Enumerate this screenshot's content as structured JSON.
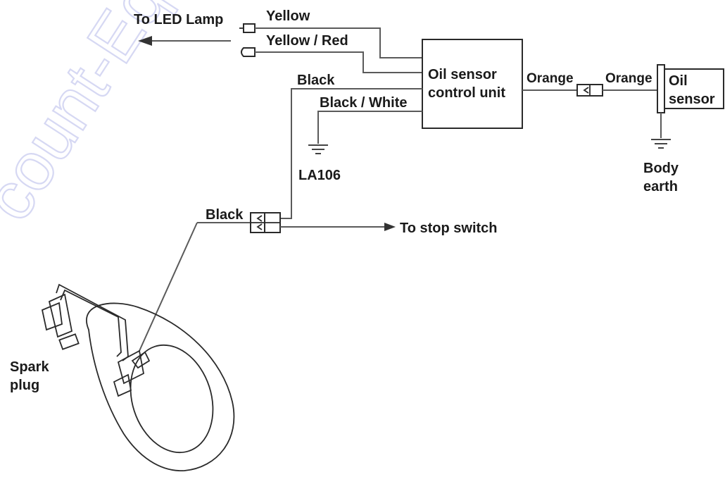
{
  "watermark": {
    "text": "count-Equi"
  },
  "labels": {
    "to_led_lamp": "To LED Lamp",
    "yellow": "Yellow",
    "yellow_red": "Yellow / Red",
    "black_top": "Black",
    "black_white": "Black / White",
    "control_unit_line1": "Oil sensor",
    "control_unit_line2": "control unit",
    "orange_left": "Orange",
    "orange_right": "Orange",
    "oil_sensor_line1": "Oil",
    "oil_sensor_line2": "sensor",
    "ground_code": "LA106",
    "body_earth_line1": "Body",
    "body_earth_line2": "earth",
    "black_plug": "Black",
    "to_stop_switch": "To stop switch",
    "spark_plug_line1": "Spark",
    "spark_plug_line2": "plug"
  }
}
